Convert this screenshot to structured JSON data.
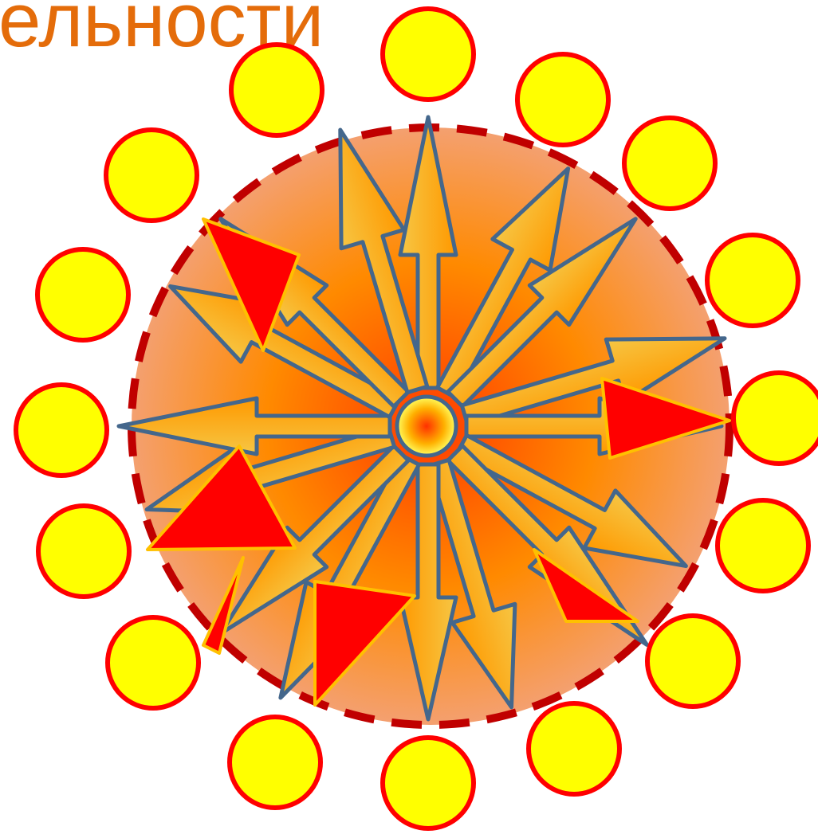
{
  "slide": {
    "title_fragment": "ельности"
  },
  "diagram": {
    "type": "radial-arrows",
    "colors": {
      "circle_fill_center": "#ff3b00",
      "circle_fill_mid": "#ff8a00",
      "circle_fill_edge": "#f4a070",
      "circle_border": "#c00000",
      "arrow_fill_light": "#f6c644",
      "arrow_fill_dark": "#ff9900",
      "arrow_outline": "#44678c",
      "triangle_fill": "#ff0000",
      "triangle_outline": "#ffc000",
      "node_fill": "#ffff00",
      "node_border": "#ff0000"
    },
    "outer_nodes": [
      {
        "id": "node-1"
      },
      {
        "id": "node-2"
      },
      {
        "id": "node-3"
      },
      {
        "id": "node-4"
      },
      {
        "id": "node-5"
      },
      {
        "id": "node-6"
      },
      {
        "id": "node-7"
      },
      {
        "id": "node-8"
      },
      {
        "id": "node-9"
      },
      {
        "id": "node-10"
      },
      {
        "id": "node-11"
      },
      {
        "id": "node-12"
      },
      {
        "id": "node-13"
      },
      {
        "id": "node-14"
      },
      {
        "id": "node-15"
      },
      {
        "id": "node-16"
      }
    ],
    "arrow_count": 16,
    "triangle_count": 6
  }
}
